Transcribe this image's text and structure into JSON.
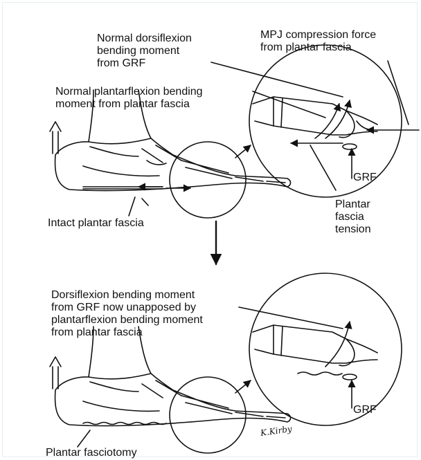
{
  "labels": {
    "normal_dorsiflexion": "Normal dorsiflexion\nbending moment\nfrom GRF",
    "mpj_compression": "MPJ compression force\nfrom plantar fascia",
    "normal_plantarflexion": "Normal plantarflexion bending\nmoment from plantar fascia",
    "grf_top": "GRF",
    "plantar_fascia_tension": "Plantar\nfascia\ntension",
    "intact_plantar_fascia": "Intact plantar fascia",
    "dorsiflexion_unapposed": "Dorsiflexion bending moment\nfrom GRF now unapposed by\nplantarflexion bending moment\nfrom plantar fascia",
    "grf_bottom": "GRF",
    "plantar_fasciotomy": "Plantar fasciotomy",
    "signature": "K.Kirby"
  },
  "colors": {
    "ink": "#111111",
    "background": "#ffffff",
    "frame": "#e6eef2"
  }
}
